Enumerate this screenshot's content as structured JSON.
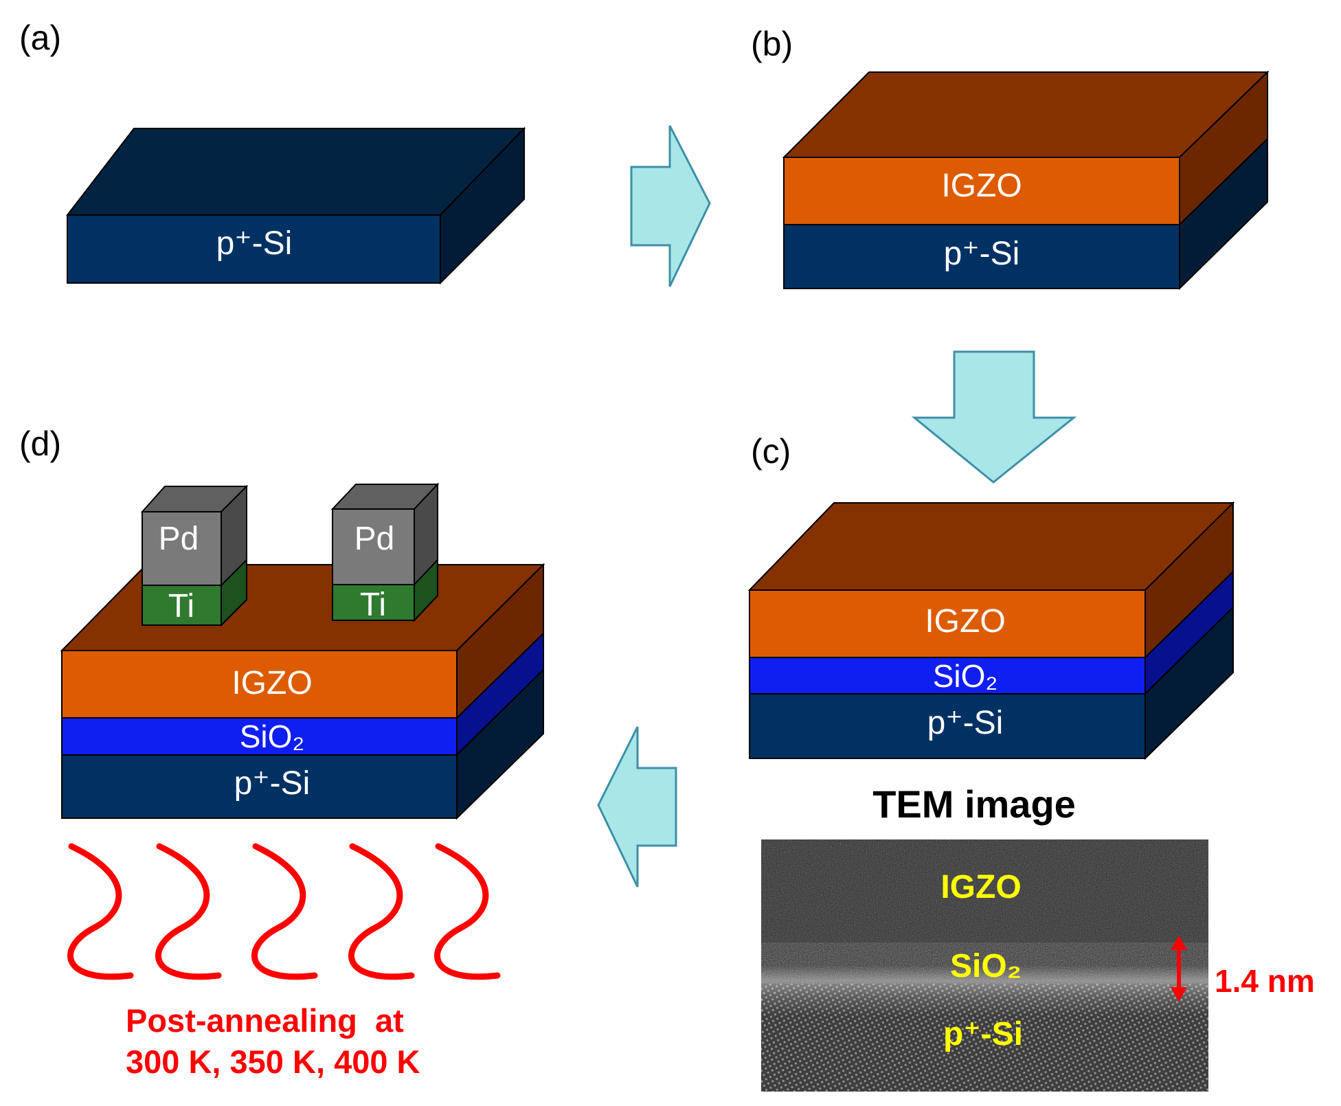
{
  "panels": {
    "a": {
      "label": "(a)",
      "layers": [
        "p⁺-Si"
      ]
    },
    "b": {
      "label": "(b)",
      "layers": [
        "IGZO",
        "p⁺-Si"
      ]
    },
    "c": {
      "label": "(c)",
      "layers": [
        "IGZO",
        "SiO₂",
        "p⁺-Si"
      ]
    },
    "d": {
      "label": "(d)",
      "layers": [
        "IGZO",
        "SiO₂",
        "p⁺-Si"
      ],
      "contact_top": "Pd",
      "contact_bottom": "Ti"
    }
  },
  "tem": {
    "title": "TEM image",
    "layer_igzo": "IGZO",
    "layer_sio2": "SiO₂",
    "layer_si": "p⁺-Si",
    "thickness": "1.4 nm"
  },
  "annealing": {
    "line1": "Post-annealing  at",
    "line2": "300 K, 350 K, 400 K"
  },
  "colors": {
    "igzo_front": "#dd5c03",
    "igzo_top": "#863100",
    "igzo_side": "#6d2700",
    "sio2_front": "#0f1ff2",
    "sio2_side": "#07108f",
    "si_front": "#003163",
    "si_side": "#021c38",
    "si_top": "#022342",
    "pd_front": "#7a7a7a",
    "pd_top": "#606060",
    "pd_side": "#4a4a4a",
    "ti_front": "#2f7a2f",
    "ti_side": "#1d511d",
    "arrow_fill": "#a8e6e8",
    "arrow_stroke": "#3e8fa6",
    "heat_red": "#ff0000",
    "tem_label": "#ffff00"
  }
}
